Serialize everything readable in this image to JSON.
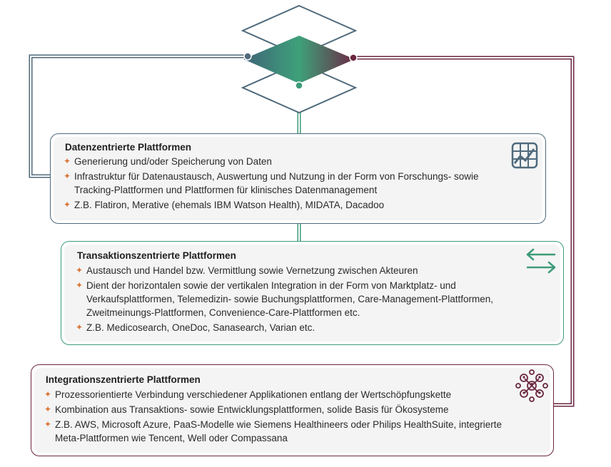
{
  "platforms": [
    {
      "title": "Datenzentrierte Plattformen",
      "icon": "data-chart-icon",
      "bullets": [
        "Generierung und/oder Speicherung von Daten",
        "Infrastruktur für Datenaustausch, Auswertung und Nutzung in der Form von Forschungs- sowie Tracking-Plattformen und Plattformen für klinisches Datenmanagement",
        "Z.B. Flatiron, Merative (ehemals IBM Watson Health), MIDATA, Dacadoo"
      ]
    },
    {
      "title": "Transaktionszentrierte Plattformen",
      "icon": "exchange-arrows-icon",
      "bullets": [
        "Austausch und Handel bzw. Vermittlung sowie Vernetzung zwischen Akteuren",
        "Dient der horizontalen sowie der vertikalen Integration in der Form von Marktplatz- und Verkaufsplattformen, Telemedizin- sowie Buchungsplattformen, Care-Management-Plattformen, Zweitmeinungs-Plattformen, Convenience-Care-Plattformen etc.",
        "Z.B. Medicosearch, OneDoc, Sanasearch, Varian etc."
      ]
    },
    {
      "title": "Integrationszentrierte Plattformen",
      "icon": "network-people-icon",
      "bullets": [
        "Prozessorientierte Verbindung verschiedener Applikationen entlang der Wertschöpfungskette",
        "Kombination aus Transaktions- sowie Entwicklungsplattformen, solide Basis für Ökosysteme",
        "Z.B. AWS, Microsoft Azure, PaaS-Modelle wie Siemens Healthineers oder Philips HealthSuite, integrierte Meta-Plattformen wie Tencent, Well oder Compassana"
      ]
    }
  ],
  "colors": {
    "data": "#4f6a7c",
    "transaction": "#3d9b78",
    "integration": "#6b2740",
    "bullet": "#d9773a"
  }
}
